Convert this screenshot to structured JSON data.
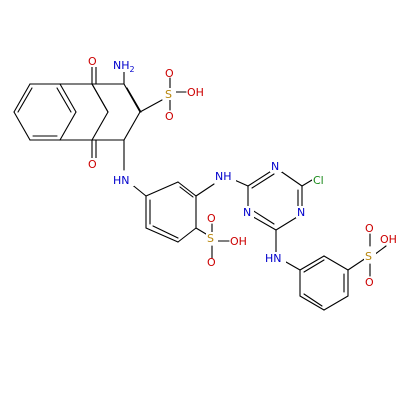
{
  "atom_labels": {
    "nh2": "NH",
    "nh2_sub": "2",
    "o_top": "O",
    "o_bottom": "O",
    "so3h_1_s": "S",
    "so3h_1_o1": "O",
    "so3h_1_o2": "O",
    "so3h_1_oh": "OH",
    "hn_left": "HN",
    "nh_mid": "NH",
    "so3h_2_s": "S",
    "so3h_2_o1": "O",
    "so3h_2_o2": "O",
    "so3h_2_oh": "OH",
    "triazine_n1": "N",
    "triazine_n2": "N",
    "triazine_n3": "N",
    "cl": "Cl",
    "hn_lower": "HN",
    "so3h_3_s": "S",
    "so3h_3_o1": "O",
    "so3h_3_o2": "O",
    "so3h_3_oh": "OH"
  }
}
